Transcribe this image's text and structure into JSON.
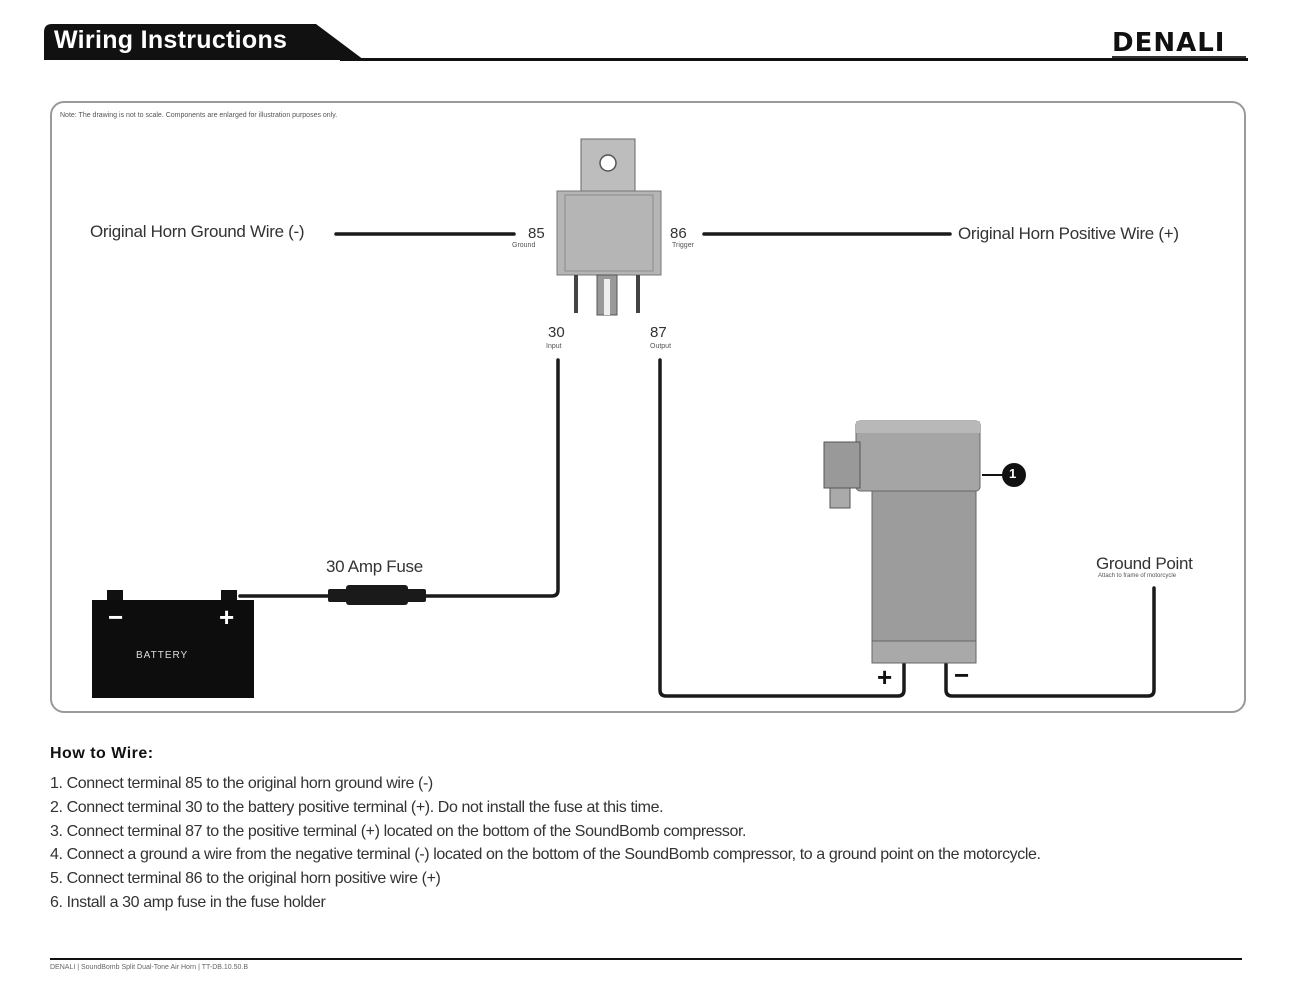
{
  "header": {
    "title": "Wiring Instructions",
    "brand": "DENALI"
  },
  "diagram": {
    "note": "Note: The drawing is not to scale. Components are enlarged for illustration purposes only.",
    "labels": {
      "horn_ground": "Original Horn Ground Wire (-)",
      "horn_positive": "Original Horn Positive Wire (+)",
      "fuse": "30 Amp Fuse",
      "ground_point": "Ground Point",
      "ground_point_note": "Attach to frame of motorcycle",
      "battery": "BATTERY",
      "callout": "1"
    },
    "terminals": {
      "t85": {
        "number": "85",
        "role": "Ground"
      },
      "t86": {
        "number": "86",
        "role": "Trigger"
      },
      "t30": {
        "number": "30",
        "role": "Input"
      },
      "t87": {
        "number": "87",
        "role": "Output"
      }
    },
    "signs": {
      "battery_neg": "−",
      "battery_pos": "+",
      "compressor_pos": "+",
      "compressor_neg": "−"
    }
  },
  "instructions": {
    "title": "How to Wire:",
    "steps": [
      "1. Connect terminal 85 to the original horn ground wire (-)",
      "2. Connect terminal 30 to the battery positive terminal (+). Do not install the fuse at this time.",
      "3. Connect terminal 87 to the positive terminal (+) located on the bottom of the SoundBomb compressor.",
      "4. Connect a ground a wire from the negative terminal (-) located on the bottom of the SoundBomb compressor, to a ground point on the motorcycle.",
      "5. Connect terminal 86 to the original horn positive wire (+)",
      "6. Install a 30 amp fuse in the fuse holder"
    ]
  },
  "footer": {
    "text": "DENALI  |  SoundBomb Split Dual-Tone Air Horn  |  TT-DB.10.50.B"
  },
  "colors": {
    "wire": "#1a1a1a",
    "relay": "#b5b5b5",
    "compressor": "#9c9c9c",
    "frame": "#9a9a9a",
    "battery": "#0d0d0d"
  }
}
